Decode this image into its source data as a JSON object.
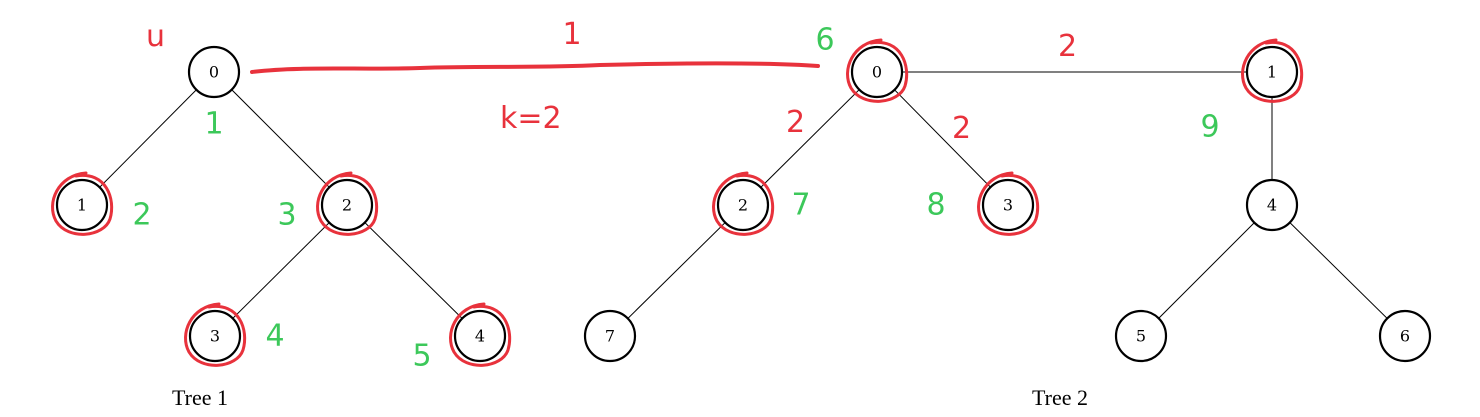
{
  "trees": [
    {
      "caption": "Tree 1",
      "nodes": [
        {
          "id": "t1-0",
          "label": "0",
          "circled": false,
          "order": "1"
        },
        {
          "id": "t1-1",
          "label": "1",
          "circled": true,
          "order": "2"
        },
        {
          "id": "t1-2",
          "label": "2",
          "circled": true,
          "order": "3"
        },
        {
          "id": "t1-3",
          "label": "3",
          "circled": true,
          "order": "4"
        },
        {
          "id": "t1-4",
          "label": "4",
          "circled": true,
          "order": "5"
        }
      ],
      "edges": [
        [
          "t1-0",
          "t1-1"
        ],
        [
          "t1-0",
          "t1-2"
        ],
        [
          "t1-2",
          "t1-3"
        ],
        [
          "t1-2",
          "t1-4"
        ]
      ]
    },
    {
      "caption": "Tree 2",
      "nodes": [
        {
          "id": "t2-0",
          "label": "0",
          "circled": true,
          "order": "6"
        },
        {
          "id": "t2-1",
          "label": "1",
          "circled": true,
          "order": "9"
        },
        {
          "id": "t2-2",
          "label": "2",
          "circled": true,
          "order": "7"
        },
        {
          "id": "t2-3",
          "label": "3",
          "circled": true,
          "order": "8"
        },
        {
          "id": "t2-4",
          "label": "4",
          "circled": false,
          "order": ""
        },
        {
          "id": "t2-5",
          "label": "5",
          "circled": false,
          "order": ""
        },
        {
          "id": "t2-6",
          "label": "6",
          "circled": false,
          "order": ""
        },
        {
          "id": "t2-7",
          "label": "7",
          "circled": false,
          "order": ""
        }
      ],
      "edges": [
        [
          "t2-0",
          "t2-1"
        ],
        [
          "t2-0",
          "t2-2"
        ],
        [
          "t2-0",
          "t2-3"
        ],
        [
          "t2-1",
          "t2-4"
        ],
        [
          "t2-4",
          "t2-5"
        ],
        [
          "t2-4",
          "t2-6"
        ],
        [
          "t2-2",
          "t2-7"
        ]
      ]
    }
  ],
  "annotations": {
    "root_u": "u",
    "connecting_edge_weight": "1",
    "k_label": "k=2",
    "edge_weight_0_1": "2",
    "edge_weight_0_2": "2",
    "edge_weight_0_3": "2"
  },
  "colors": {
    "ink_red": "#e8323c",
    "ink_green": "#3cc85a",
    "node_stroke": "#000000"
  }
}
